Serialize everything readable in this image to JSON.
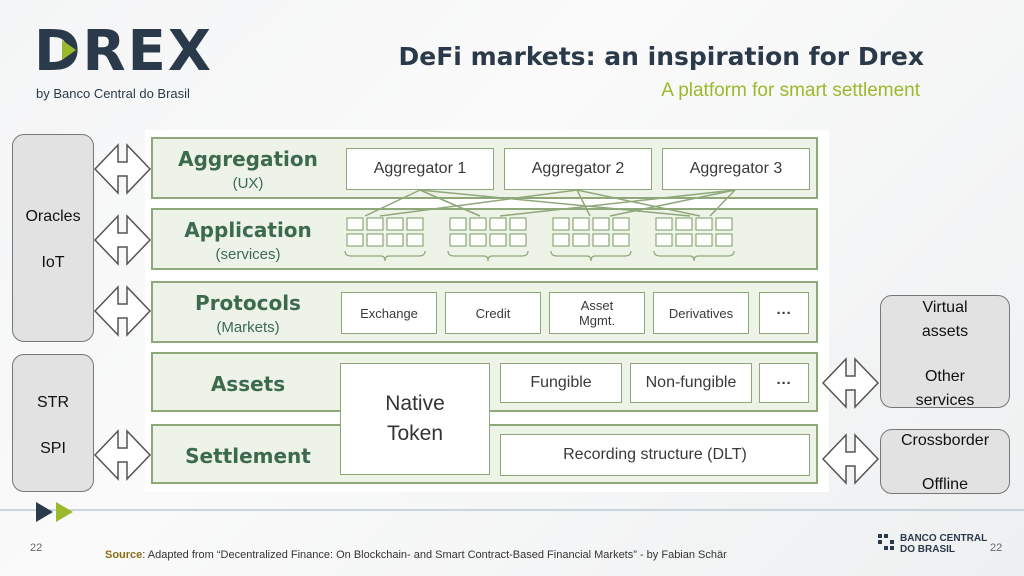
{
  "logo": {
    "text": "DREX",
    "sub": "by Banco Central do Brasil"
  },
  "title": "DeFi markets: an inspiration for Drex",
  "subtitle": "A platform for smart settlement",
  "layers": {
    "aggregation": {
      "name": "Aggregation",
      "sub": "(UX)",
      "items": [
        "Aggregator 1",
        "Aggregator 2",
        "Aggregator 3"
      ]
    },
    "application": {
      "name": "Application",
      "sub": "(services)"
    },
    "protocols": {
      "name": "Protocols",
      "sub": "(Markets)",
      "items": [
        "Exchange",
        "Credit",
        "Asset",
        "Mgmt.",
        "Derivatives",
        "···"
      ]
    },
    "assets": {
      "name": "Assets",
      "items": [
        "Fungible",
        "Non-fungible",
        "···"
      ]
    },
    "settlement": {
      "name": "Settlement",
      "items": [
        "Recording structure (DLT)"
      ]
    }
  },
  "native_token": {
    "line1": "Native",
    "line2": "Token"
  },
  "left_side": {
    "top": [
      "Oracles",
      "IoT"
    ],
    "bottom": [
      "STR",
      "SPI"
    ]
  },
  "right_side": {
    "top": [
      "Virtual",
      "assets",
      "Other",
      "services"
    ],
    "bottom": [
      "Crossborder",
      "Offline"
    ]
  },
  "footer": {
    "source_label": "Source",
    "source_text": ": Adapted from “Decentralized Finance: On Blockchain- and Smart Contract-Based Financial Markets” - by Fabian Schär",
    "page_left": "22",
    "page_right": "22",
    "bank_line1": "BANCO CENTRAL",
    "bank_line2": "DO BRASIL"
  },
  "colors": {
    "dark": "#2b3a4a",
    "green": "#3c6a4f",
    "lime": "#9aba2c",
    "border": "#8ea87a"
  }
}
